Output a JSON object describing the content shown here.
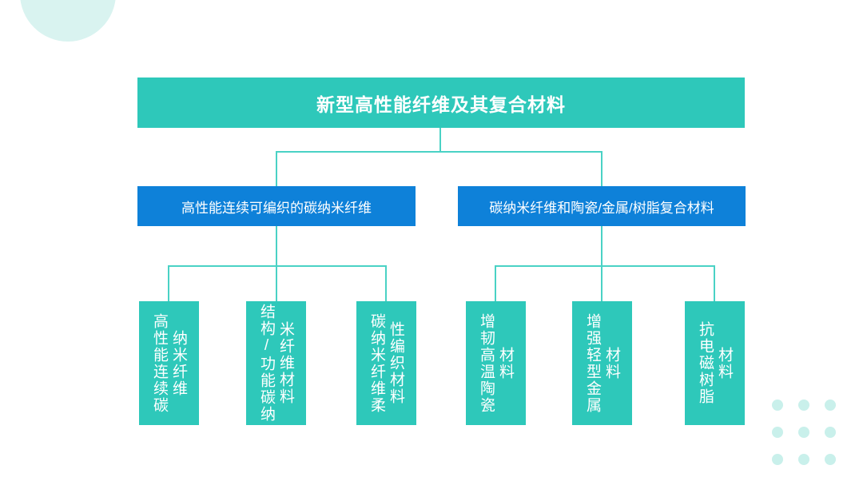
{
  "tree": {
    "root": {
      "label": "新型高性能纤维及其复合材料"
    },
    "branches": [
      {
        "label": "高性能连续可编织的碳纳米纤维",
        "children": [
          {
            "line1": "高性能连续碳",
            "line2": "纳米纤维"
          },
          {
            "line1": "结构/功能碳纳",
            "line2": "米纤维材料"
          },
          {
            "line1": "碳纳米纤维柔",
            "line2": "性编织材料"
          }
        ]
      },
      {
        "label": "碳纳米纤维和陶瓷/金属/树脂复合材料",
        "children": [
          {
            "line1": "增韧高温陶瓷",
            "line2": "材料"
          },
          {
            "line1": "增强轻型金属",
            "line2": "材料"
          },
          {
            "line1": "抗电磁树脂",
            "line2": "材料"
          }
        ]
      }
    ]
  },
  "colors": {
    "teal_node": "#2ec8ba",
    "blue_node": "#0e81d9",
    "connector_line": "#4ad2c5",
    "decor_circle": "#d9f3f0",
    "decor_dot": "#c9f0eb",
    "text": "#ffffff",
    "background": "#ffffff"
  }
}
